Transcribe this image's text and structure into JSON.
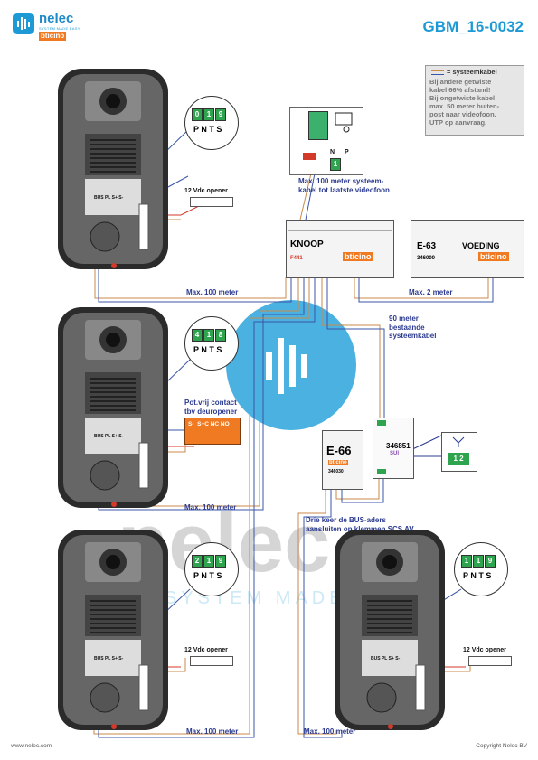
{
  "header": {
    "brand_name": "nelec",
    "brand_tagline": "SYSTEM MADE EASY",
    "sub_brand": "bticino",
    "doc_code": "GBM_16-0032"
  },
  "colors": {
    "brand_blue": "#1d9ad6",
    "label_blue": "#2b3a8f",
    "wire_red": "#d23a2a",
    "wire_brown": "#c98a4a",
    "wire_blue": "#3b55a8",
    "terminal_green": "#2ea44f",
    "contact_orange": "#f07a22"
  },
  "note_box": {
    "legend_label": "= systeemkabel",
    "lines": [
      "Bij andere getwiste",
      "kabel 66% afstand!",
      "Bij ongetwiste kabel",
      "max. 50 meter buiten-",
      "post naar videofoon.",
      "UTP op aanvraag."
    ]
  },
  "labels": {
    "max_100_system": [
      "Max. 100 meter systeem-",
      "kabel tot laatste videofoon"
    ],
    "opener_1": "12 Vdc opener",
    "opener_2": "12 Vdc opener",
    "opener_3": "12 Vdc opener",
    "max_100_a": "Max. 100 meter",
    "max_2": "Max. 2 meter",
    "max_100_b": "Max. 100 meter",
    "max_100_c": "Max. 100 meter",
    "max_100_d": "Max. 100 meter",
    "existing_cable": [
      "90 meter",
      "bestaande",
      "systeemkabel"
    ],
    "pot_contact": [
      "Pot.vrij contact",
      "tbv deuropener"
    ],
    "bus_note": [
      "Drie keer de BUS-aders",
      "aansluiten op klemmen SCS AV."
    ]
  },
  "devices": {
    "knoop": {
      "name": "KNOOP",
      "code": "F441",
      "brand": "bticino"
    },
    "psu": {
      "name": "E-63",
      "title": "VOEDING",
      "code": "346000",
      "brand": "bticino"
    },
    "e66": {
      "name": "E-66",
      "code": "346030",
      "brand": "bticino"
    },
    "m346851": {
      "name": "346851",
      "sub": "SUI"
    },
    "indoor": {
      "n": "N",
      "p": "P",
      "val": "1"
    },
    "relay": {
      "terminals": "S-  S+C NC NO"
    }
  },
  "panels": [
    {
      "id": "panel-1",
      "digits": [
        "0",
        "1",
        "9"
      ],
      "pnts": "P N T S",
      "bus": "BUS PL S+ S-"
    },
    {
      "id": "panel-2",
      "digits": [
        "4",
        "1",
        "8"
      ],
      "pnts": "P N T S",
      "bus": "BUS PL S+ S-"
    },
    {
      "id": "panel-3",
      "digits": [
        "2",
        "1",
        "9"
      ],
      "pnts": "P N T S",
      "bus": "BUS PL S+ S-"
    },
    {
      "id": "panel-4",
      "digits": [
        "1",
        "1",
        "9"
      ],
      "pnts": "P N T S",
      "bus": "BUS PL S+ S-"
    }
  ],
  "module_labels": {
    "s": "S",
    "n": "N",
    "t": "T",
    "p": "P",
    "ta": "1 2"
  },
  "footer": {
    "left": "www.nelec.com",
    "right": "Copyright Nelec BV"
  }
}
